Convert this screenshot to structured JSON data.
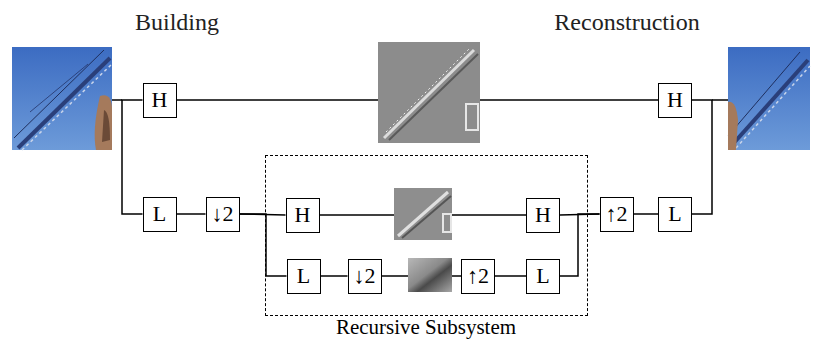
{
  "diagram": {
    "nodes": [
      {
        "text": [
          "H"
        ]
      },
      {
        "text": [
          "H"
        ]
      },
      {
        "text": [
          "L"
        ]
      },
      {
        "text": [
          "↓2"
        ]
      },
      {
        "text": [
          "Recursive Subsystem"
        ]
      },
      {
        "text": [
          "H"
        ],
        "in": 4
      },
      {
        "text": [
          "H"
        ],
        "in": 4
      },
      {
        "text": [
          "L"
        ],
        "in": 4
      },
      {
        "text": [
          "↓2"
        ],
        "in": 4
      },
      {
        "text": [
          "↑2"
        ],
        "in": 4
      },
      {
        "text": [
          "L"
        ],
        "in": 4
      },
      {
        "text": [
          "↑2"
        ]
      },
      {
        "text": [
          "L"
        ]
      }
    ],
    "edges": [
      {
        "from": 0,
        "to": 1,
        "arrow": "none"
      },
      {
        "from": 0,
        "to": 2,
        "arrow": "none"
      },
      {
        "from": 2,
        "to": 3,
        "arrow": "none"
      },
      {
        "from": 3,
        "to": 5,
        "arrow": "none"
      },
      {
        "from": 3,
        "to": 7,
        "arrow": "none"
      },
      {
        "from": 5,
        "to": 6,
        "arrow": "none"
      },
      {
        "from": 7,
        "to": 8,
        "arrow": "none"
      },
      {
        "from": 8,
        "to": 9,
        "arrow": "none"
      },
      {
        "from": 9,
        "to": 10,
        "arrow": "none"
      },
      {
        "from": 6,
        "to": 11,
        "arrow": "none"
      },
      {
        "from": 10,
        "to": 11,
        "arrow": "none"
      },
      {
        "from": 11,
        "to": 12,
        "arrow": "none"
      },
      {
        "from": 12,
        "to": 1,
        "arrow": "none"
      }
    ],
    "labels": [
      "Building",
      "Reconstruction"
    ]
  }
}
